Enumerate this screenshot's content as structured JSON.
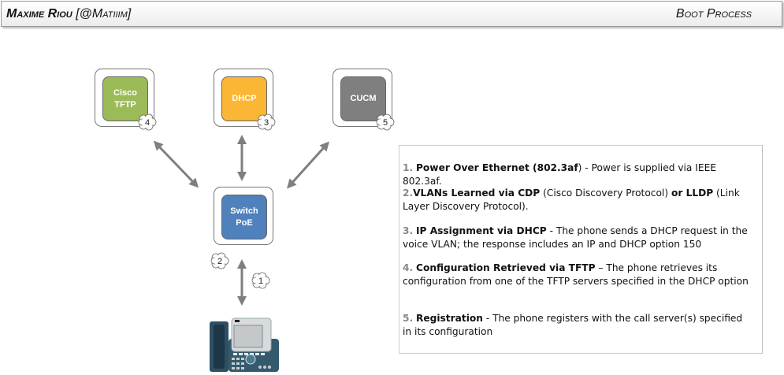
{
  "header": {
    "author": "Maxime Riou",
    "handle": "[@Matiiim]",
    "title": "Boot Process"
  },
  "nodes": {
    "tftp": {
      "label1": "Cisco",
      "label2": "TFTP",
      "step": "4",
      "color": "#9bbb59"
    },
    "dhcp": {
      "label": "DHCP",
      "step": "3",
      "color": "#fbb635"
    },
    "cucm": {
      "label": "CUCM",
      "step": "5",
      "color": "#7f7f7f"
    },
    "switch": {
      "label1": "Switch",
      "label2": "PoE",
      "color": "#4f81bd"
    }
  },
  "badges": {
    "switch": "2",
    "phone": "1"
  },
  "steps": [
    {
      "num": "1.",
      "title": "Power Over Ethernet (802.3af",
      "rest": ") - Power is supplied via IEEE 802.3af."
    },
    {
      "num": "2.",
      "title": "VLANs Learned via CDP",
      "mid": " (Cisco Discovery Protocol) ",
      "title2": "or LLDP",
      "rest": " (Link Layer Discovery Protocol)."
    },
    {
      "num": "3.",
      "title": "IP Assignment via DHCP",
      "rest": " - The phone sends a DHCP request in the voice VLAN; the response includes an IP and DHCP option 150"
    },
    {
      "num": "4.",
      "title": "Configuration Retrieved via TFTP",
      "rest": " – The phone retrieves its configuration from one of the TFTP servers specified in the DHCP option"
    },
    {
      "num": "5.",
      "title": "Registration",
      "rest": " - The phone registers with the call server(s) specified in its configuration"
    }
  ]
}
